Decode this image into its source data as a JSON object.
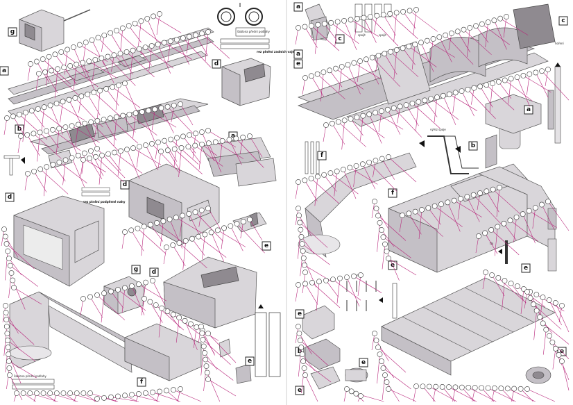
{
  "sheet_left": {
    "labels": [
      "g",
      "a",
      "b",
      "d",
      "d",
      "a",
      "d",
      "e",
      "g",
      "d",
      "f",
      "e"
    ],
    "notes": {
      "template_title": "šablona přední podlahy",
      "rear_fill": "rez plnění zadních vajenu",
      "front_fill": "rez plnění podpěrné nahy",
      "bottom_template": "šablona přední podlahy"
    }
  },
  "sheet_right": {
    "labels": [
      "a",
      "c",
      "a",
      "e",
      "c",
      "a",
      "b",
      "f",
      "f",
      "e",
      "e",
      "e",
      "b",
      "e",
      "e",
      "e"
    ],
    "notes": {
      "top_note_1": "spojit",
      "top_note_2": "spojit",
      "side_note": "hoření",
      "note_1": "výřez spoje",
      "note_2": "tlo",
      "note_3": "ohyb"
    }
  },
  "colors": {
    "leader": "#b8247a",
    "part_fill": "#d9d6da",
    "part_shade": "#c4c0c6",
    "part_dark": "#8f8a90",
    "outline": "#555555"
  }
}
